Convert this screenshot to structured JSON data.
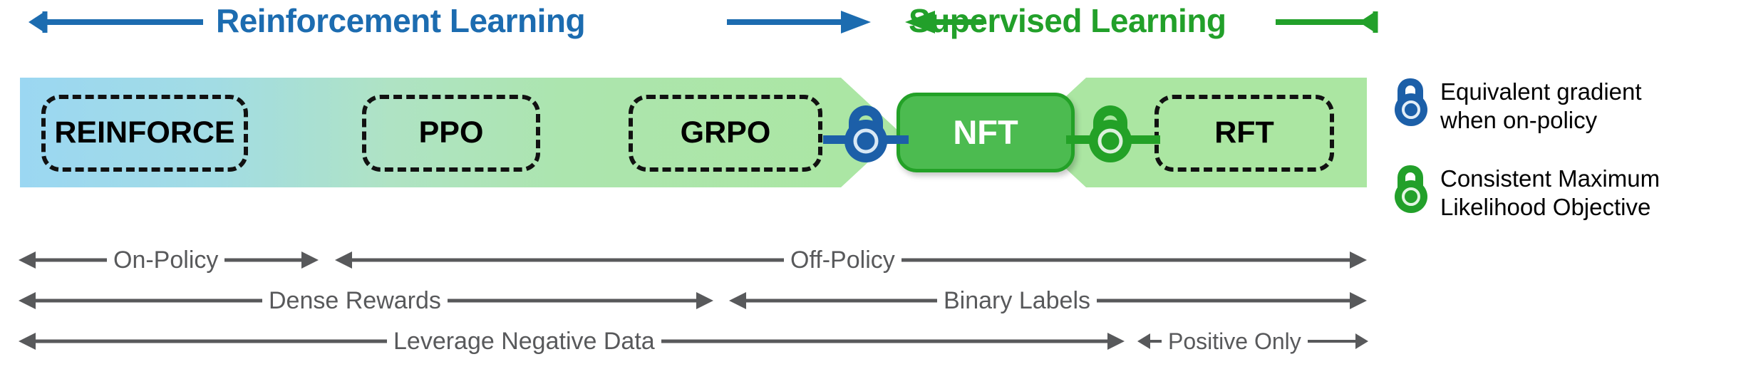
{
  "header": {
    "left_arrow_label": "Reinforcement Learning",
    "right_arrow_label": "Supervised Learning",
    "left_color": "#1C6CB0",
    "right_color": "#22A02A"
  },
  "methods": [
    {
      "id": "reinforce",
      "label": "REINFORCE"
    },
    {
      "id": "ppo",
      "label": "PPO"
    },
    {
      "id": "grpo",
      "label": "GRPO"
    },
    {
      "id": "nft",
      "label": "NFT"
    },
    {
      "id": "rft",
      "label": "RFT"
    }
  ],
  "connectors": [
    {
      "id": "grpo-nft",
      "icon": "lock-icon",
      "color": "#1C5FA8"
    },
    {
      "id": "nft-rft",
      "icon": "lock-icon",
      "color": "#23A127"
    }
  ],
  "band": {
    "start_color": "#9BD7F2",
    "mid_color": "#AFE3C4",
    "end_color": "#ABE6A2"
  },
  "axes": [
    {
      "id": "policy",
      "segments": [
        {
          "label": "On-Policy",
          "left_arrow": true,
          "right_arrow": true
        },
        {
          "label": "Off-Policy",
          "left_arrow": true,
          "right_arrow": true
        }
      ]
    },
    {
      "id": "reward-signal",
      "segments": [
        {
          "label": "Dense Rewards",
          "left_arrow": true,
          "right_arrow": true
        },
        {
          "label": "Binary Labels",
          "left_arrow": true,
          "right_arrow": true
        }
      ]
    },
    {
      "id": "data-usage",
      "segments": [
        {
          "label": "Leverage Negative Data",
          "left_arrow": true,
          "right_arrow": true
        },
        {
          "label": "Positive Only",
          "left_arrow": true,
          "right_arrow": true
        }
      ]
    }
  ],
  "legend": [
    {
      "id": "blue-lock",
      "icon": "lock-icon",
      "color": "#1C5FA8",
      "text": "Equivalent gradient\nwhen on-policy"
    },
    {
      "id": "green-lock",
      "icon": "lock-icon",
      "color": "#22A02A",
      "text": "Consistent Maximum\nLikelihood Objective"
    }
  ],
  "colors": {
    "arrow_gray": "#58595B",
    "dashed_border": "#111111",
    "nft_fill": "#4CBB50",
    "nft_stroke": "#23A127"
  }
}
